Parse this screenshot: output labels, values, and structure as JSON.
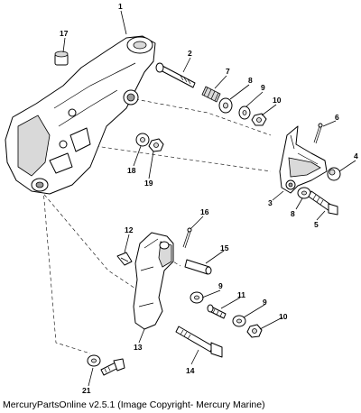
{
  "callouts": {
    "c1": "1",
    "c2": "2",
    "c3": "3",
    "c4": "4",
    "c5": "5",
    "c6": "6",
    "c7": "7",
    "c8a": "8",
    "c8b": "8",
    "c9a": "9",
    "c9b": "9",
    "c9c": "9",
    "c10a": "10",
    "c10b": "10",
    "c11": "11",
    "c12": "12",
    "c13": "13",
    "c14": "14",
    "c15": "15",
    "c16": "16",
    "c17": "17",
    "c18": "18",
    "c19": "19",
    "c21": "21"
  },
  "caption": "MercuryPartsOnline v2.5.1 (Image Copyright- Mercury Marine)"
}
